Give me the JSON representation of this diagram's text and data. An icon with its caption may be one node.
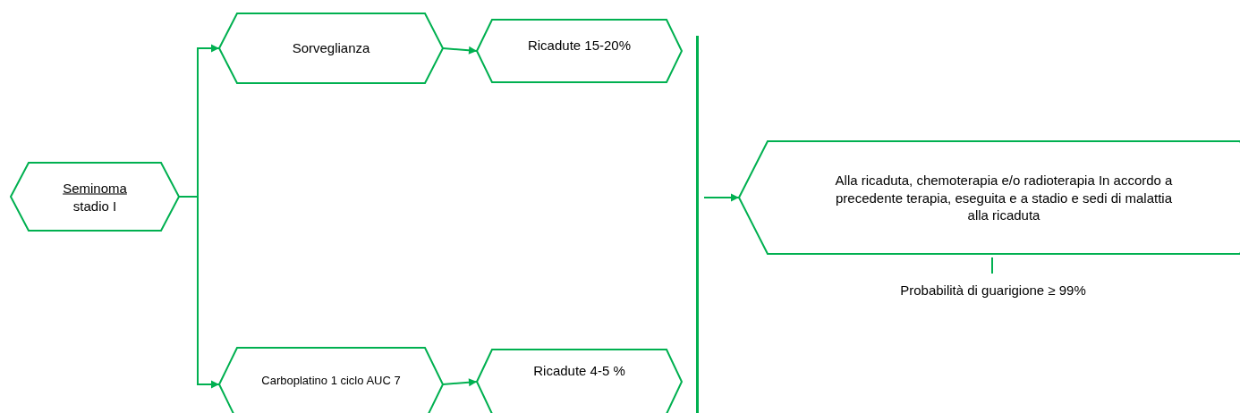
{
  "diagram": {
    "nodes": [
      {
        "text": [
          "Seminoma",
          "stadio I"
        ]
      },
      {
        "text": [
          "Sorveglianza"
        ]
      },
      {
        "text": [
          "Ricadute 15-20%"
        ]
      },
      {
        "text": [
          "Carboplatino 1 ciclo AUC 7"
        ]
      },
      {
        "text": [
          "Ricadute 4-5 %"
        ]
      },
      {
        "text": [
          "Alla ricaduta, chemoterapia e/o radioterapia In accordo a precedente terapia, eseguita e a stadio e sedi di malattia alla ricaduta"
        ]
      },
      {
        "text": [],
        "shape": "bar"
      },
      {
        "text": [
          "Probabilità di guarigione ≥ 99%"
        ]
      }
    ],
    "edges": [
      {
        "from": 0,
        "to": 1,
        "arrow": "to"
      },
      {
        "from": 0,
        "to": 3,
        "arrow": "to"
      },
      {
        "from": 1,
        "to": 2,
        "arrow": "to"
      },
      {
        "from": 3,
        "to": 4,
        "arrow": "to"
      },
      {
        "from": 6,
        "to": 5,
        "arrow": "to"
      },
      {
        "from": 5,
        "to": 7,
        "arrow": "none"
      }
    ]
  }
}
